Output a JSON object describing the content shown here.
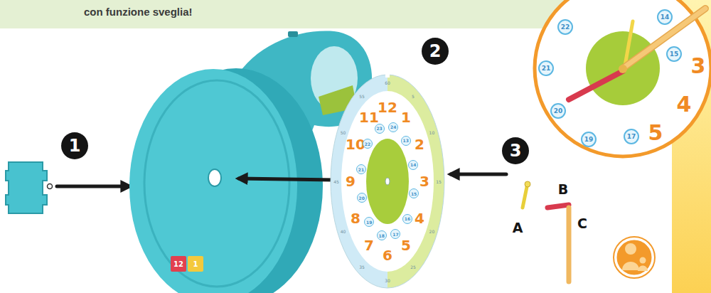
{
  "diagram": {
    "title": "con funzione sveglia!",
    "nodes": [
      {
        "text": [
          "1"
        ]
      },
      {
        "text": [
          "2"
        ]
      },
      {
        "text": [
          "3"
        ]
      }
    ],
    "labels": [
      "12",
      "1",
      "2",
      "3",
      "4",
      "5",
      "6",
      "7",
      "8",
      "9",
      "10",
      "11",
      "24",
      "13",
      "14",
      "15",
      "16",
      "17",
      "18",
      "19",
      "20",
      "21",
      "22",
      "23",
      "60",
      "5",
      "10",
      "15",
      "20",
      "25",
      "30",
      "35",
      "40",
      "45",
      "50",
      "55",
      "12",
      "1",
      "A",
      "B",
      "C",
      "22",
      "14",
      "15",
      "21",
      "20",
      "19",
      "17",
      "3",
      "4",
      "5"
    ]
  }
}
